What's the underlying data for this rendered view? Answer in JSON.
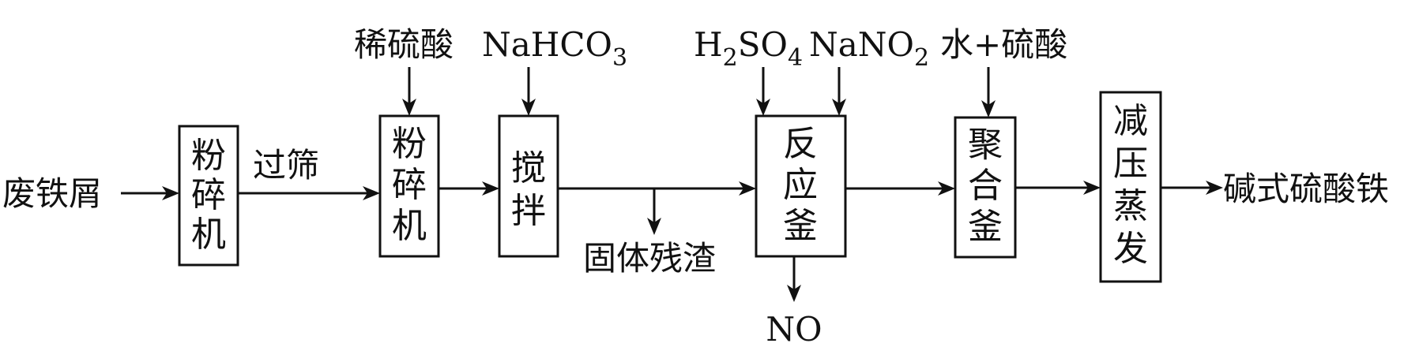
{
  "diagram": {
    "input": "废铁屑",
    "output": "碱式硫酸铁",
    "step1_after": "过筛",
    "side_residue": "固体残渣",
    "gas": "NO",
    "boxes": {
      "crusher1": [
        "粉",
        "碎",
        "机"
      ],
      "crusher2": [
        "粉",
        "碎",
        "机"
      ],
      "stir": [
        "搅",
        "拌"
      ],
      "reactor": [
        "反",
        "应",
        "釜"
      ],
      "polymer": [
        "聚",
        "合",
        "釜"
      ],
      "evap": [
        "减",
        "压",
        "蒸",
        "发"
      ]
    },
    "reagents": {
      "crusher2": "稀硫酸",
      "stir": {
        "main": "NaHCO",
        "sub": "3"
      },
      "reactor_a": {
        "main1": "H",
        "sub1": "2",
        "main2": "SO",
        "sub2": "4"
      },
      "reactor_b": {
        "main": "NaNO",
        "sub": "2"
      },
      "polymer": "水+硫酸"
    }
  }
}
